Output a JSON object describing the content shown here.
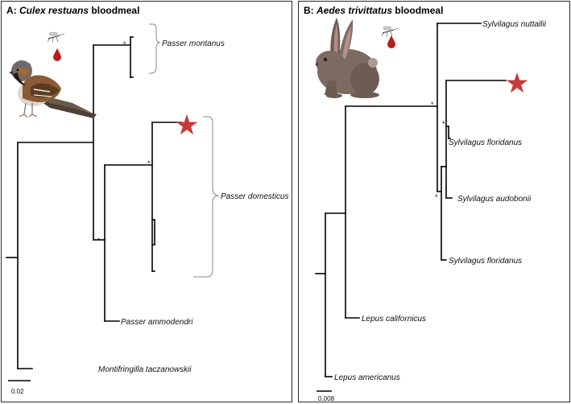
{
  "panelA": {
    "label": "A:",
    "species": "Culex restuans",
    "suffix": "bloodmeal",
    "taxa": {
      "montanus": "Passer montanus",
      "domesticus": "Passer domesticus",
      "ammodendri": "Passer ammodendri",
      "montifringilla": "Montifringilla taczanowskii"
    },
    "support": "*",
    "scale": "0.02"
  },
  "panelB": {
    "label": "B:",
    "species": "Aedes trivittatus",
    "suffix": "bloodmeal",
    "taxa": {
      "nuttallii": "Sylvilagus nuttallii",
      "floridanus1": "Sylvilagus floridanus",
      "audubonii": "Sylvilagus audobonii",
      "floridanus2": "Sylvilagus floridanus",
      "californicus": "Lepus californicus",
      "americanus": "Lepus americanus"
    },
    "support": "*",
    "scale": "0.008"
  },
  "colors": {
    "star": "#c73a3a",
    "blood": "#b51f1f"
  }
}
